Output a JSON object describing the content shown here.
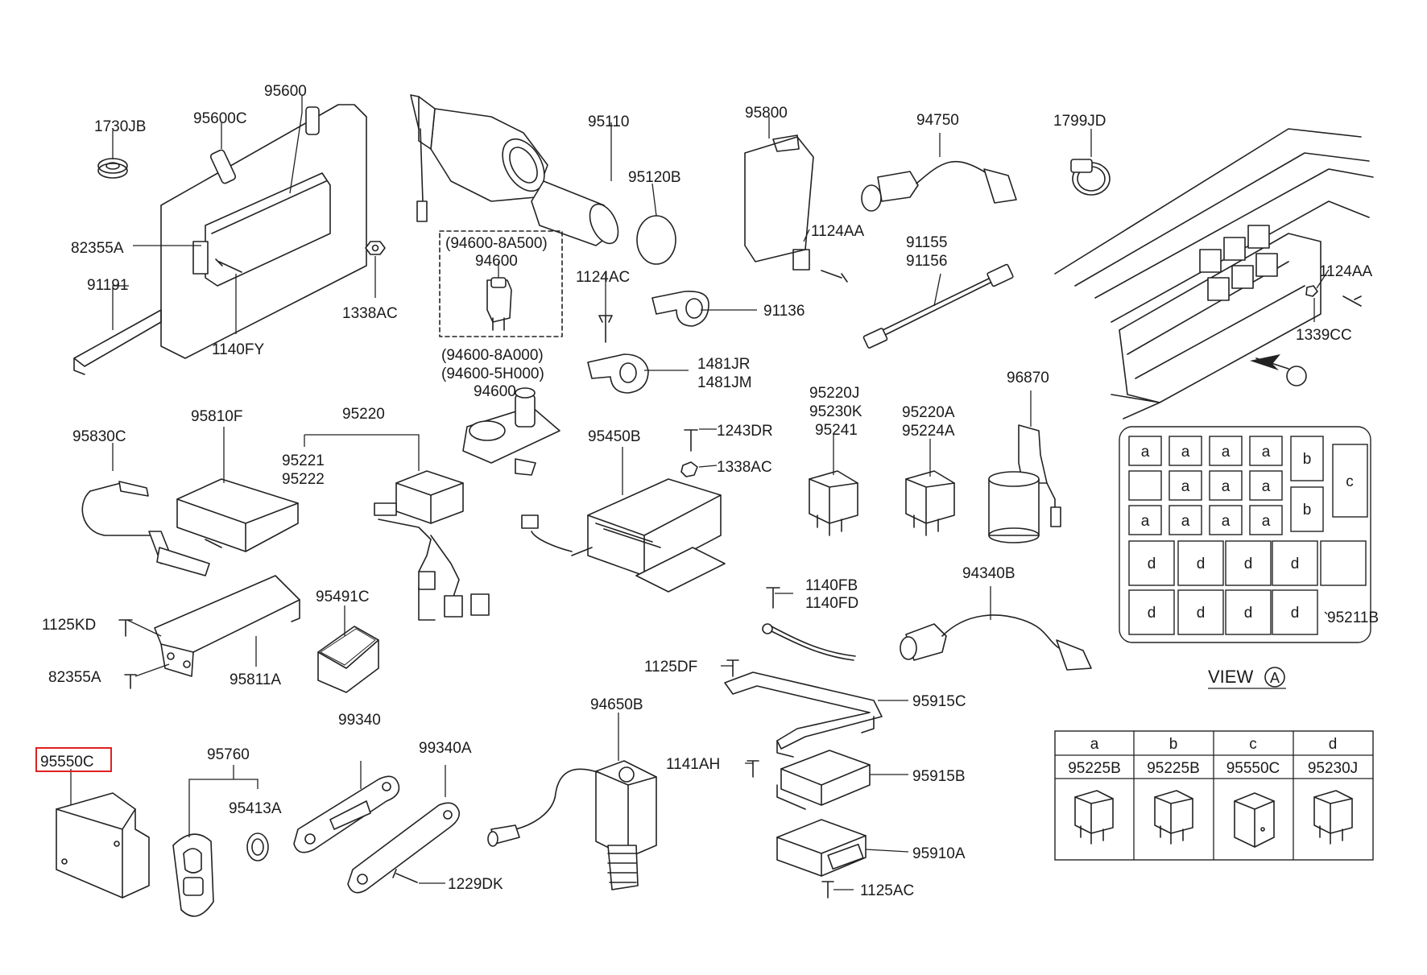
{
  "labels": {
    "p1730JB": "1730JB",
    "p95600C": "95600C",
    "p95600": "95600",
    "p82355A_top": "82355A",
    "p91191": "91191",
    "p1140FY": "1140FY",
    "p1338AC_top": "1338AC",
    "p95110": "95110",
    "p95120B": "95120B",
    "p94600_8A500": "(94600-8A500)",
    "p94600_a": "94600",
    "p94600_8A000": "(94600-8A000)",
    "p94600_5H000": "(94600-5H000)",
    "p94600_b": "94600",
    "p1124AC": "1124AC",
    "p95800": "95800",
    "p1124AA_mid": "1124AA",
    "p91136": "91136",
    "p1481JR": "1481JR",
    "p1481JM": "1481JM",
    "p94750": "94750",
    "p91155": "91155",
    "p91156": "91156",
    "p1799JD": "1799JD",
    "p1124AA_right": "1124AA",
    "p1339CC": "1339CC",
    "p95830C": "95830C",
    "p95810F": "95810F",
    "p95220": "95220",
    "p95221": "95221",
    "p95222": "95222",
    "p95450B": "95450B",
    "p1243DR": "1243DR",
    "p1338AC_mid": "1338AC",
    "p95220J": "95220J",
    "p95230K": "95230K",
    "p95241": "95241",
    "p95220A": "95220A",
    "p95224A": "95224A",
    "p96870": "96870",
    "p1125KD": "1125KD",
    "p82355A_bot": "82355A",
    "p95811A": "95811A",
    "p95491C": "95491C",
    "p1140FB": "1140FB",
    "p1140FD": "1140FD",
    "p94340B": "94340B",
    "p95550C": "95550C",
    "p95760": "95760",
    "p95413A": "95413A",
    "p99340": "99340",
    "p99340A": "99340A",
    "p1229DK": "1229DK",
    "p94650B": "94650B",
    "p1125DF": "1125DF",
    "p95915C": "95915C",
    "p1141AH": "1141AH",
    "p95915B": "95915B",
    "p95910A": "95910A",
    "p1125AC": "1125AC",
    "p95211B": "95211B"
  },
  "view_marker": "A",
  "view_title": "VIEW",
  "relay_grid": {
    "row1": [
      "a",
      "a",
      "a",
      "a"
    ],
    "row2": [
      "",
      "a",
      "a",
      "a"
    ],
    "row3": [
      "a",
      "a",
      "a",
      "a"
    ],
    "right_b_top": "b",
    "right_b_bottom": "b",
    "right_c": "c",
    "row4": [
      "d",
      "d",
      "d",
      "d",
      ""
    ],
    "row5": [
      "d",
      "d",
      "d",
      "d"
    ]
  },
  "legend_table": {
    "headers": [
      "a",
      "b",
      "c",
      "d"
    ],
    "parts": [
      "95225B",
      "95225B",
      "95550C",
      "95230J"
    ]
  },
  "highlighted_part": "95550C"
}
